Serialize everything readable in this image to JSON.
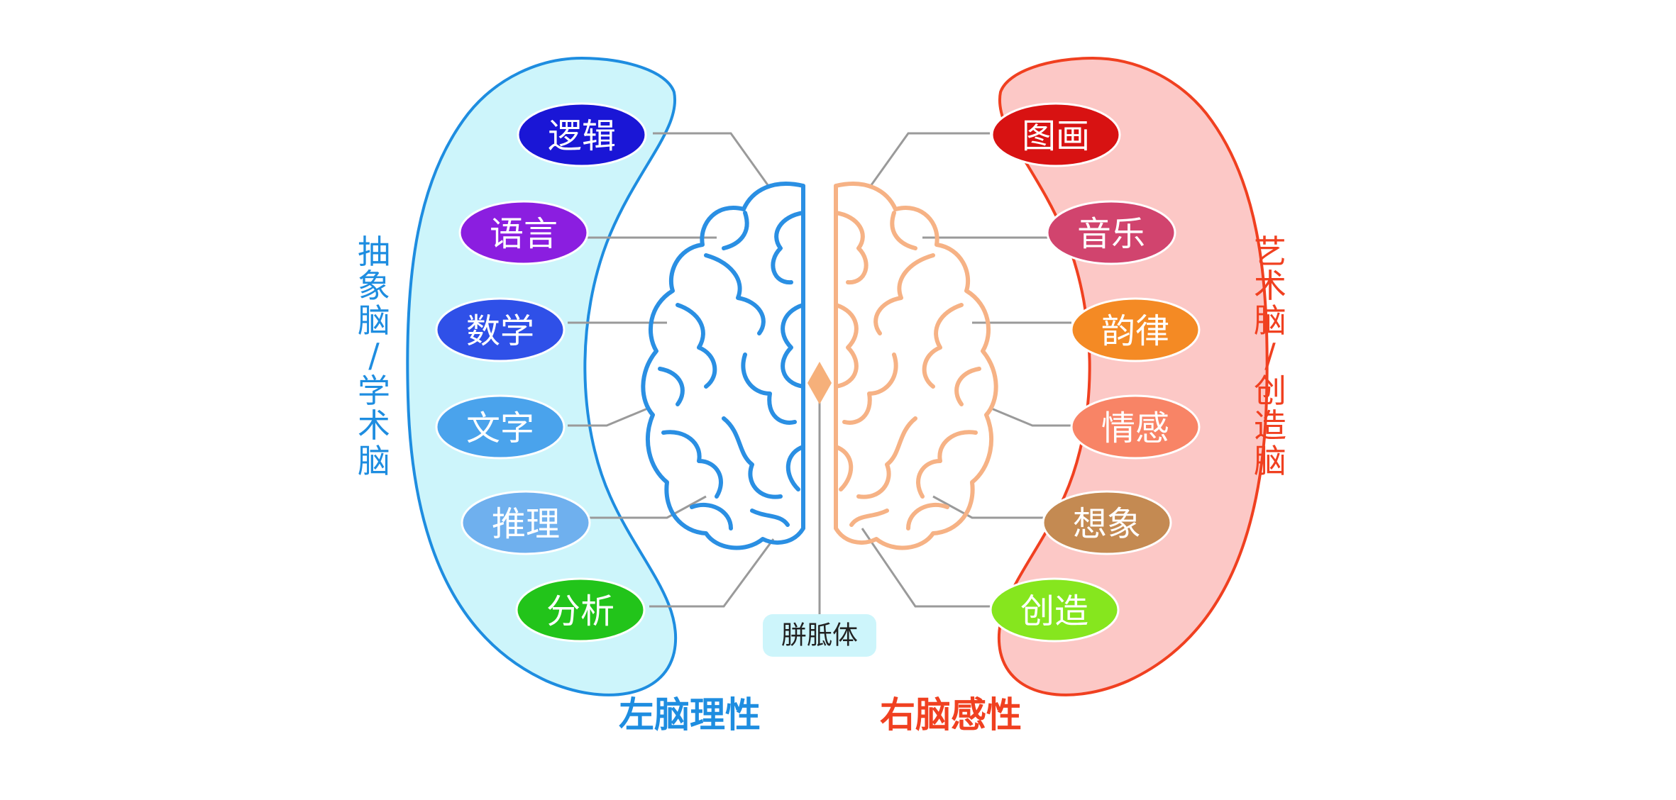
{
  "left": {
    "side_label": [
      "抽",
      "象",
      "脑",
      "/",
      "学",
      "术",
      "脑"
    ],
    "bottom_label": "左脑理性",
    "items": [
      {
        "label": "逻辑",
        "color": "#1a16d6"
      },
      {
        "label": "语言",
        "color": "#8b1ee0"
      },
      {
        "label": "数学",
        "color": "#2f50e8"
      },
      {
        "label": "文字",
        "color": "#4aa3ec"
      },
      {
        "label": "推理",
        "color": "#6fb0ee"
      },
      {
        "label": "分析",
        "color": "#22c41a"
      }
    ]
  },
  "right": {
    "side_label": [
      "艺",
      "术",
      "脑",
      "/",
      "创",
      "造",
      "脑"
    ],
    "bottom_label": "右脑感性",
    "items": [
      {
        "label": "图画",
        "color": "#d81212"
      },
      {
        "label": "音乐",
        "color": "#d1446e"
      },
      {
        "label": "韵律",
        "color": "#f48a24"
      },
      {
        "label": "情感",
        "color": "#f88466"
      },
      {
        "label": "想象",
        "color": "#c48a52"
      },
      {
        "label": "创造",
        "color": "#86e61e"
      }
    ]
  },
  "center": {
    "corpus_callosum": "胼胝体"
  },
  "colors": {
    "left_accent": "#1e8de0",
    "right_accent": "#f04020",
    "left_fill": "#cdf5fb",
    "right_fill": "#fcc8c6",
    "left_brain": "#2a8fe3",
    "right_brain": "#f6b285",
    "center_node": "#f6b07a"
  }
}
